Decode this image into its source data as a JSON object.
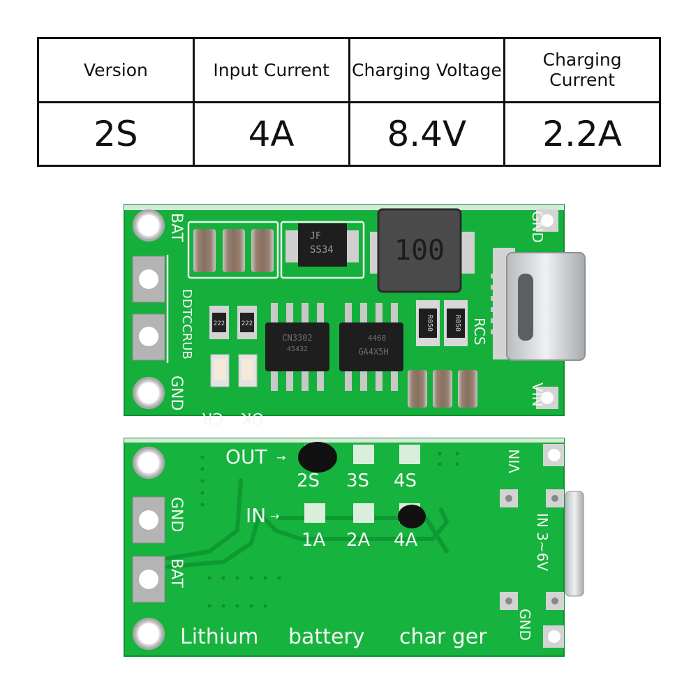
{
  "spec_table": {
    "headers": [
      "Version",
      "Input Current",
      "Charging Voltage",
      "Charging Current"
    ],
    "values": [
      "2S",
      "4A",
      "8.4V",
      "2.2A"
    ]
  },
  "top_board": {
    "labels": {
      "bat": "BAT",
      "gnd_left": "GND",
      "model": "DDTCCRUB",
      "cr": "CR",
      "ok": "OK",
      "gnd_right": "GND",
      "rcs": "RCS",
      "vin": "VIN"
    },
    "components": {
      "inductor": "100",
      "diode_brand": "JF",
      "diode": "SS34",
      "resistor_left_1": "222",
      "resistor_left_2": "222",
      "ic1_line1": "CN3302",
      "ic1_line2": "45432",
      "ic2_line1": "4468",
      "ic2_line2": "GA4X5H",
      "rcs_1": "R050",
      "rcs_2": "R050"
    }
  },
  "bottom_board": {
    "labels": {
      "out": "OUT",
      "in": "IN",
      "out_options": [
        "2S",
        "3S",
        "4S"
      ],
      "in_options": [
        "1A",
        "2A",
        "4A"
      ],
      "gnd": "GND",
      "bat": "BAT",
      "vin": "VIN",
      "in_range": "IN 3~6V",
      "gnd_right": "GND",
      "footer_words": [
        "Lithium",
        "battery",
        "char ger"
      ]
    }
  },
  "colors": {
    "pcb_green": "#16b33e",
    "pcb_dark": "#0f9a34",
    "silkscreen": "#f2f7f2",
    "solder": "#c9c9c9",
    "chip": "#1c1c1c"
  }
}
